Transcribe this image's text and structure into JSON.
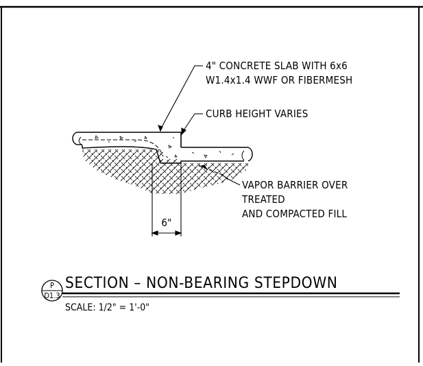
{
  "drawing": {
    "notes": {
      "slab_line1": "4\" CONCRETE SLAB WITH 6x6",
      "slab_line2": "W1.4x1.4 WWF OR FIBERMESH",
      "curb": "CURB HEIGHT VARIES",
      "vapor_line1": "VAPOR BARRIER OVER",
      "vapor_line2": "TREATED",
      "vapor_line3": "AND COMPACTED FILL"
    },
    "dimension": "6\""
  },
  "title_block": {
    "section_letter": "P",
    "sheet_ref": "D1.3",
    "title": "SECTION – NON-BEARING STEPDOWN",
    "scale": "SCALE: 1/2\" = 1'-0\""
  },
  "colors": {
    "line": "#000000",
    "background": "#ffffff"
  }
}
